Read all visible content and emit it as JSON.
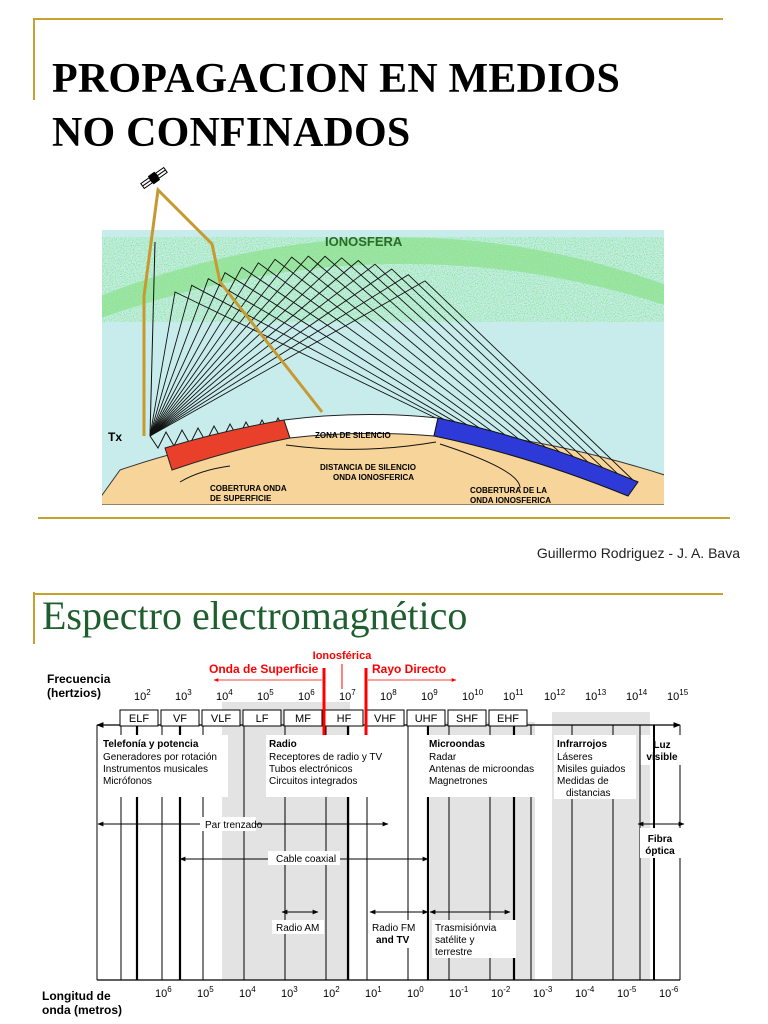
{
  "slide1": {
    "title_line1": "PROPAGACION EN MEDIOS",
    "title_line2": "NO CONFINADOS",
    "author": "Guillermo Rodriguez - J. A. Bava",
    "diagram": {
      "ionosfera": "IONOSFERA",
      "tx": "Tx",
      "zona_silencio": "ZONA DE SILENCIO",
      "distancia_1": "DISTANCIA DE SILENCIO",
      "distancia_2": "ONDA IONOSFERICA",
      "cob_sup_1": "COBERTURA ONDA",
      "cob_sup_2": "DE SUPERFICIE",
      "cob_iono_1": "COBERTURA DE LA",
      "cob_iono_2": "ONDA IONOSFERICA",
      "colors": {
        "sky": "#c8ecec",
        "earth": "#f6d49a",
        "surface_wave": "#e8402a",
        "iono_wave": "#2d3ad8",
        "ionosphere": "#3fcf3f",
        "satellite_path": "#c69a30"
      }
    }
  },
  "slide2": {
    "title": "Espectro electromagnético",
    "ionosferica": "Ionosférica",
    "onda_superficie": "Onda de Superficie",
    "rayo_directo": "Rayo Directo",
    "frecuencia_1": "Frecuencia",
    "frecuencia_2": "(hertzios)",
    "longitud_1": "Longitud de",
    "longitud_2": "onda (metros)",
    "freq_exponents": [
      "2",
      "3",
      "4",
      "5",
      "6",
      "7",
      "8",
      "9",
      "10",
      "11",
      "12",
      "13",
      "14",
      "15"
    ],
    "bands": [
      "ELF",
      "VF",
      "VLF",
      "LF",
      "MF",
      "HF",
      "VHF",
      "UHF",
      "SHF",
      "EHF"
    ],
    "telefonia": {
      "heading": "Telefonía y potencia",
      "items": [
        "Generadores por rotación",
        "Instrumentos musicales",
        "Micrófonos"
      ]
    },
    "radio": {
      "heading": "Radio",
      "items": [
        "Receptores de radio y TV",
        "Tubos electrónicos",
        "Circuitos integrados"
      ]
    },
    "microondas": {
      "heading": "Microondas",
      "items": [
        "Radar",
        "Antenas  de microondas",
        "Magnetrones"
      ]
    },
    "infrarrojos": {
      "heading": "Infrarrojos",
      "items": [
        "Láseres",
        "Misiles guiados",
        "Medidas de",
        "distancias"
      ]
    },
    "luz_1": "Luz",
    "luz_2": "visible",
    "par_trenzado": "Par trenzado",
    "cable_coaxial": "Cable coaxial",
    "radio_am": "Radio AM",
    "radio_fm_1": "Radio FM",
    "radio_fm_2": "and TV",
    "fibra_1": "Fibra",
    "fibra_2": "óptica",
    "trans_1": "Trasmisiónvia",
    "trans_2": "satélite y",
    "trans_3": "terrestre",
    "wave_labels": [
      "6",
      "5",
      "4",
      "3",
      "2",
      "1",
      "0",
      "-1",
      "-2",
      "-3",
      "-4",
      "-5",
      "-6"
    ],
    "colors": {
      "highlight": "#ff0000",
      "title": "#1f5f2f",
      "shade": "#e3e3e3"
    }
  }
}
